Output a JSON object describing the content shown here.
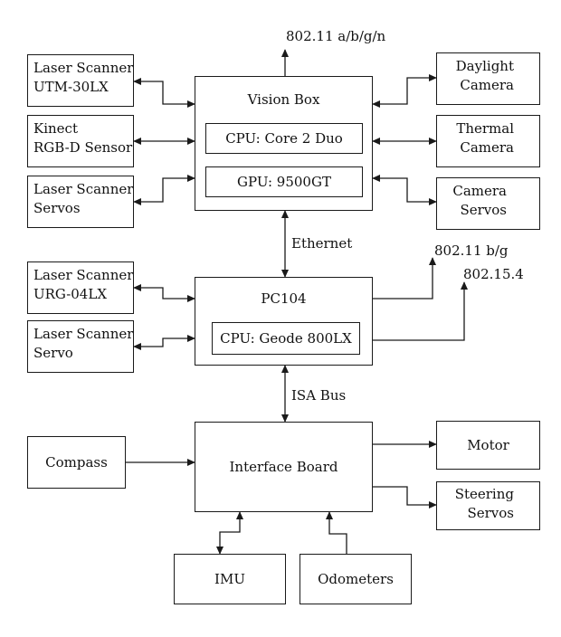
{
  "blocks": {
    "laser_utm": [
      "Laser Scanner",
      "UTM-30LX"
    ],
    "kinect": [
      "Kinect",
      "RGB-D Sensor"
    ],
    "laser_servos": [
      "Laser Scanner",
      "Servos"
    ],
    "daylight": [
      "Daylight",
      "Camera"
    ],
    "thermal": [
      "Thermal",
      "Camera"
    ],
    "camera_servos": [
      "Camera",
      "Servos"
    ],
    "laser_urg": [
      "Laser Scanner",
      "URG-04LX"
    ],
    "laser_servo": [
      "Laser Scanner",
      "Servo"
    ],
    "compass": "Compass",
    "motor": "Motor",
    "steering": [
      "Steering",
      "Servos"
    ],
    "imu": "IMU",
    "odometers": "Odometers"
  },
  "vision_box": {
    "title": "Vision Box",
    "cpu": "CPU: Core 2 Duo",
    "gpu": "GPU: 9500GT"
  },
  "pc104": {
    "title": "PC104",
    "cpu": "CPU: Geode 800LX"
  },
  "interface_board": {
    "title": "Interface Board"
  },
  "links": {
    "vision_wifi": "802.11 a/b/g/n",
    "ethernet": "Ethernet",
    "pc_wifi": "802.11 b/g",
    "zigbee": "802.15.4",
    "isa_bus": "ISA Bus"
  }
}
